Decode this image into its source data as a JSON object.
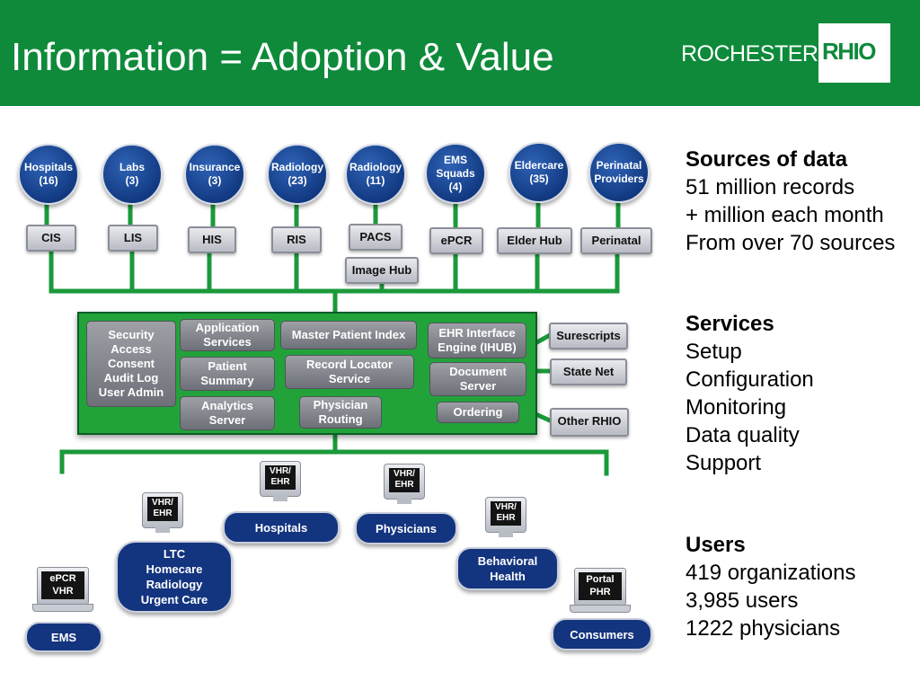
{
  "header": {
    "title": "Information = Adoption & Value",
    "logo_word": "ROCHESTER",
    "logo_box": "RHIO",
    "colors": {
      "brand_green": "#0e8a3a",
      "core_green": "#22a33a",
      "navy": "#13347f"
    }
  },
  "sources": [
    {
      "label": "Hospitals\n(16)",
      "system": "CIS"
    },
    {
      "label": "Labs\n(3)",
      "system": "LIS"
    },
    {
      "label": "Insurance\n(3)",
      "system": "HIS"
    },
    {
      "label": "Radiology\n(23)",
      "system": "RIS"
    },
    {
      "label": "Radiology\n(11)",
      "system": "PACS",
      "extra_system": "Image Hub"
    },
    {
      "label": "EMS\nSquads\n(4)",
      "system": "ePCR"
    },
    {
      "label": "Eldercare\n(35)",
      "system": "Elder Hub"
    },
    {
      "label": "Perinatal\nProviders",
      "system": "Perinatal"
    }
  ],
  "core": {
    "security": "Security\nAccess\nConsent\nAudit Log\nUser Admin",
    "app_services": "Application\nServices",
    "patient_summary": "Patient\nSummary",
    "analytics": "Analytics\nServer",
    "mpi": "Master Patient Index",
    "record_locator": "Record Locator\nService",
    "physician_routing": "Physician\nRouting",
    "ehr_interface": "EHR Interface\nEngine (IHUB)",
    "document_server": "Document\nServer",
    "ordering": "Ordering"
  },
  "external": [
    "Surescripts",
    "State Net",
    "Other RHIO"
  ],
  "consumers": {
    "ems": "EMS",
    "ems_device": "ePCR\nVHR",
    "ltc": "LTC\nHomecare\nRadiology\nUrgent Care",
    "ltc_device": "VHR/\nEHR",
    "hospitals": "Hospitals",
    "hospitals_device": "VHR/\nEHR",
    "physicians": "Physicians",
    "physicians_device": "VHR/\nEHR",
    "behavioral": "Behavioral\nHealth",
    "behavioral_device": "VHR/\nEHR",
    "consumers": "Consumers",
    "consumers_device": "Portal\nPHR"
  },
  "sidebar": {
    "sources_heading": "Sources of data",
    "sources_lines": [
      "51 million records",
      "+ million each month",
      "From over 70 sources"
    ],
    "services_heading": "Services",
    "services_lines": [
      "Setup",
      "Configuration",
      "Monitoring",
      "Data quality",
      "Support"
    ],
    "users_heading": "Users",
    "users_lines": [
      "419 organizations",
      "3,985 users",
      "1222  physicians"
    ]
  }
}
